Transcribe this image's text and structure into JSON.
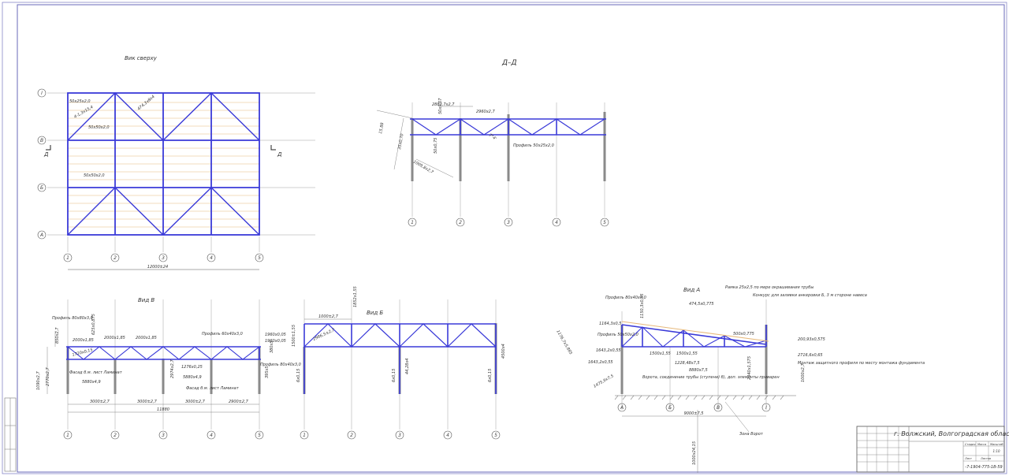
{
  "colors": {
    "truss": "#3a3ad8",
    "frame": "#5b5bc0",
    "rafter": "#e6b87a",
    "line": "#7a7a7a"
  },
  "view_top": {
    "title": "Вик сверху",
    "rows": [
      "I",
      "В",
      "Б",
      "А"
    ],
    "cols": [
      "1",
      "2",
      "3",
      "4",
      "5"
    ],
    "section_mark": "Д",
    "labels": [
      "50x25x2,0",
      "4-1,3x15,4",
      "474,3x8x4",
      "50x50x2,0",
      "50x50x2,0"
    ],
    "overall_dim": "12000±24"
  },
  "view_dd": {
    "title": "Д–Д",
    "cols": [
      "1",
      "2",
      "3",
      "4",
      "5"
    ],
    "labels": [
      "2882,7x2,7",
      "2960x2,7",
      "50x0,07",
      "Профиль 50x25x2,0",
      "50x0,75",
      "1009,8x2,7",
      "35x0,70",
      "7°4'",
      "15,88"
    ]
  },
  "view_v": {
    "title": "Вид В",
    "cols": [
      "1",
      "2",
      "3",
      "4",
      "5"
    ],
    "labels": [
      "Профиль 80x80x3,0",
      "Профиль 60x40x3,0",
      "Профиль 80x40x3,0",
      "2000x1,85",
      "2000x1,85",
      "2000x1,85",
      "1960x0,05",
      "Фасад б.м. лист Ламинат",
      "Фасад б.м. лист Ламинат",
      "5880x4,9",
      "5880x4,9",
      "1276x0,25",
      "2974x2,7",
      "1090x2,7",
      "2770x2,7",
      "380x5",
      "625x0,875",
      "850x2,7",
      "1720x0,15",
      "1960x0,05",
      "395x5"
    ],
    "dims": [
      "3000±2,7",
      "3000±2,7",
      "3000±2,7",
      "2900±2,7"
    ],
    "overall_dim": "11880"
  },
  "view_b": {
    "title": "Вид Б",
    "cols": [
      "1",
      "2",
      "3",
      "4",
      "5"
    ],
    "labels": [
      "1000±2,7",
      "2986,5±2,7",
      "1500±1,55",
      "4500x4",
      "44,28x4",
      "6x0,15",
      "6x0,15",
      "6x0,15",
      "1852x1,55"
    ]
  },
  "view_a": {
    "title": "Вид А",
    "cols": [
      "А",
      "Б",
      "В",
      "I"
    ],
    "labels": [
      "Профиль 80x40x3,0",
      "Профиль 50x50x2,0",
      "Рамка 25х2,5 по мере окрашивания трубы",
      "Конкурс для заливки анкеровки Б, 3 м стороне навеса",
      "Ворота, соединение трубы  (ступени)  б), доп. элементы приварен",
      "Монтаж защитного профиля по месту монтажа фундамента",
      "200,93x0,575",
      "2716,6x0,65",
      "1000x2,7",
      "2340x1,575",
      "500x0,775",
      "474,5x0,775",
      "8880x7,5",
      "1500x1,55",
      "1500x1,55",
      "1228,48x7,5",
      "1164,3x0,5",
      "1176,7x5,885",
      "1643,2x0,55",
      "1643,2x0,55",
      "1475,9x7,5",
      "1150,3x0,55"
    ],
    "overall_dim": "9000±7,5",
    "bottom_dim": "1000x24,15",
    "zone_label": "Зона Ворот"
  },
  "title_block": {
    "location": "г. Волжский, Волгоградская область",
    "doc_code": "-7-1904-775-1В-59",
    "scale": "1:10",
    "sheet_label": "Лист",
    "sheets_label": "Листов",
    "stage_label": "Стадия",
    "mass_label": "Масса",
    "scale_label": "Масштаб"
  }
}
